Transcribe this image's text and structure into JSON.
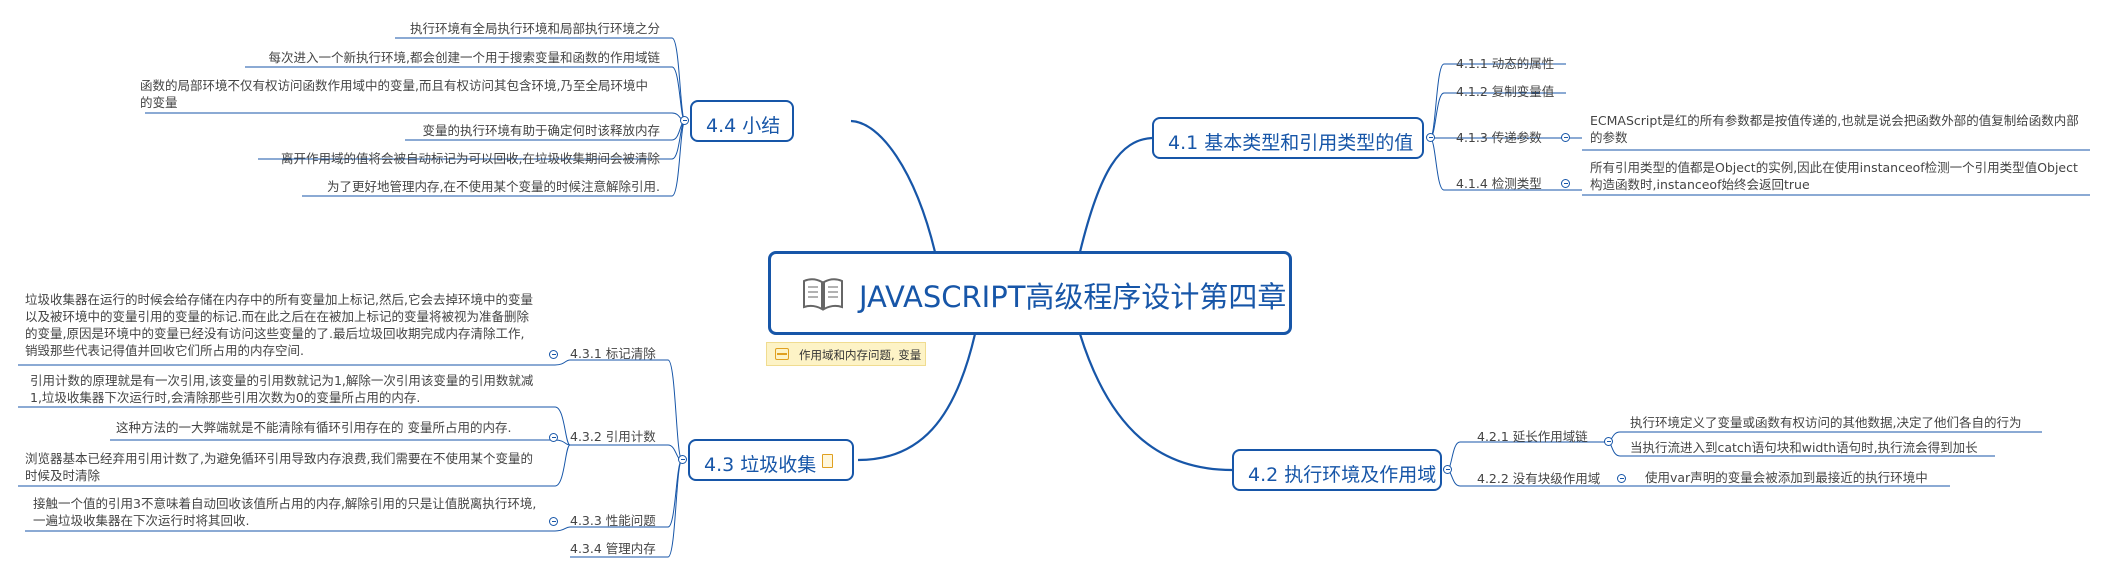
{
  "central": {
    "title": "JAVASCRIPT高级程序设计第四章",
    "icon": "book-icon"
  },
  "note": {
    "text": "作用域和内存问题, 变量"
  },
  "topics": {
    "t41": {
      "label": "4.1 基本类型和引用类型的值",
      "subs": [
        {
          "label": "4.1.1 动态的属性"
        },
        {
          "label": "4.1.2 复制变量值"
        },
        {
          "label": "4.1.3 传递参数",
          "detail": "ECMAScript是红的所有参数都是按值传递的,也就是说会把函数外部的值复制给函数内部的参数"
        },
        {
          "label": "4.1.4 检测类型",
          "detail": "所有引用类型的值都是Object的实例,因此在使用instanceof检测一个引用类型值Object构造函数时,instanceof始终会返回true"
        }
      ]
    },
    "t42": {
      "label": "4.2 执行环境及作用域",
      "subs": [
        {
          "label": "4.2.1 延长作用域链",
          "details": [
            "执行环境定义了变量或函数有权访问的其他数据,决定了他们各自的行为",
            "当执行流进入到catch语句块和width语句时,执行流会得到加长"
          ]
        },
        {
          "label": "4.2.2 没有块级作用域",
          "details": [
            "使用var声明的变量会被添加到最接近的执行环境中"
          ]
        }
      ]
    },
    "t43": {
      "label": "4.3 垃圾收集",
      "subs": [
        {
          "label": "4.3.1 标记清除",
          "detail": "垃圾收集器在运行的时候会给存储在内存中的所有变量加上标记,然后,它会去掉环境中的变量以及被环境中的变量引用的变量的标记.而在此之后在在被加上标记的变量将被视为准备删除的变量,原因是环境中的变量已经没有访问这些变量的了.最后垃圾回收期完成内存清除工作,销毁那些代表记得值并回收它们所占用的内存空间."
        },
        {
          "label": "4.3.2 引用计数",
          "details": [
            "引用计数的原理就是有一次引用,该变量的引用数就记为1,解除一次引用该变量的引用数就减1,垃圾收集器下次运行时,会清除那些引用次数为0的变量所占用的内存.",
            "这种方法的一大弊端就是不能清除有循环引用存在的 变量所占用的内存.",
            "浏览器基本已经弃用引用计数了,为避免循环引用导致内存浪费,我们需要在不使用某个变量的时候及时清除"
          ]
        },
        {
          "label": "4.3.3 性能问题",
          "detail": "接触一个值的引用3不意味着自动回收该值所占用的内存,解除引用的只是让值脱离执行环境,一遍垃圾收集器在下次运行时将其回收."
        },
        {
          "label": "4.3.4 管理内存"
        }
      ]
    },
    "t44": {
      "label": "4.4 小结",
      "items": [
        "执行环境有全局执行环境和局部执行环境之分",
        "每次进入一个新执行环境,都会创建一个用于搜索变量和函数的作用域链",
        "函数的局部环境不仅有权访问函数作用域中的变量,而且有权访问其包含环境,乃至全局环境中的变量",
        "变量的执行环境有助于确定何时该释放内存",
        "离开作用域的值将会被自动标记为可以回收,在垃圾收集期间会被清除",
        "为了更好地管理内存,在不使用某个变量的时候注意解除引用."
      ]
    }
  },
  "colors": {
    "primary": "#1756a8",
    "note_bg": "#fdf3c6",
    "icon": "#e0a020"
  }
}
